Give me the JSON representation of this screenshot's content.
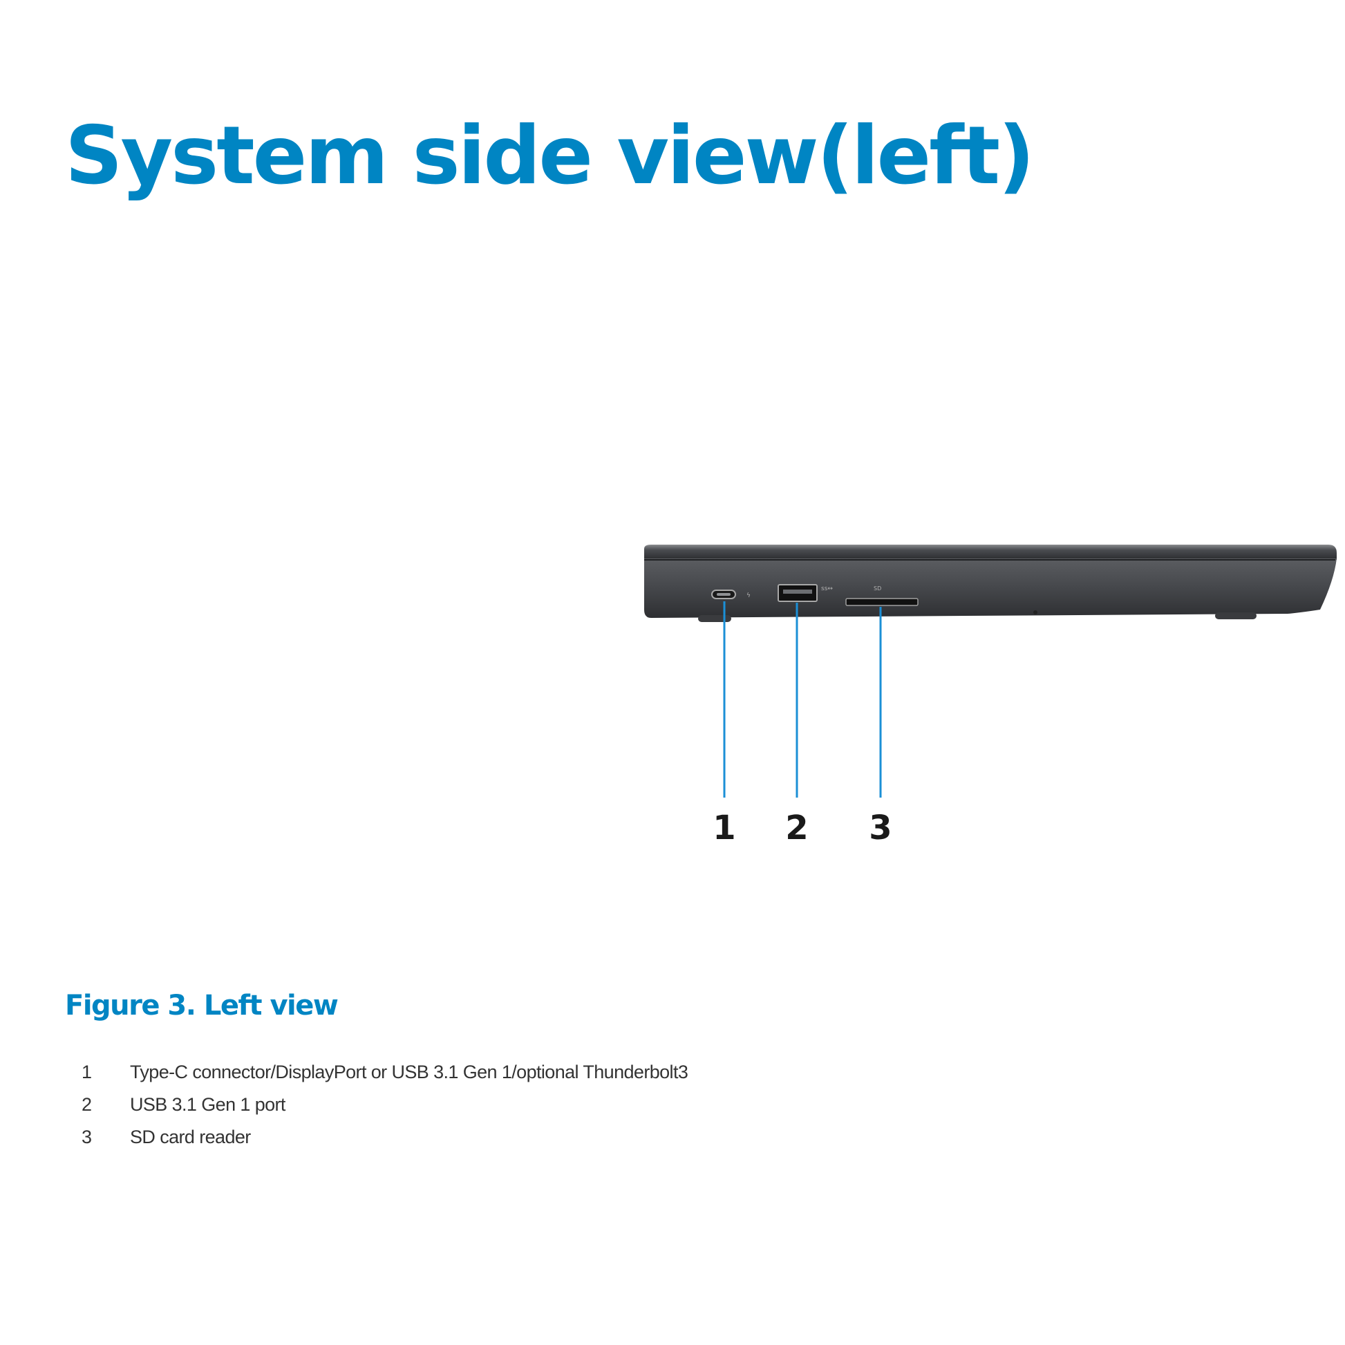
{
  "page": {
    "title": "System side view(left)"
  },
  "figure": {
    "caption": "Figure 3. Left view",
    "callouts": [
      "1",
      "2",
      "3"
    ],
    "accent_color": "#0085c3",
    "leader_line_color": "#1b8fd6"
  },
  "legend": {
    "items": [
      {
        "number": "1",
        "text": "Type-C connector/DisplayPort or USB 3.1 Gen 1/optional Thunderbolt3"
      },
      {
        "number": "2",
        "text": "USB 3.1 Gen 1 port"
      },
      {
        "number": "3",
        "text": "SD card reader"
      }
    ]
  }
}
